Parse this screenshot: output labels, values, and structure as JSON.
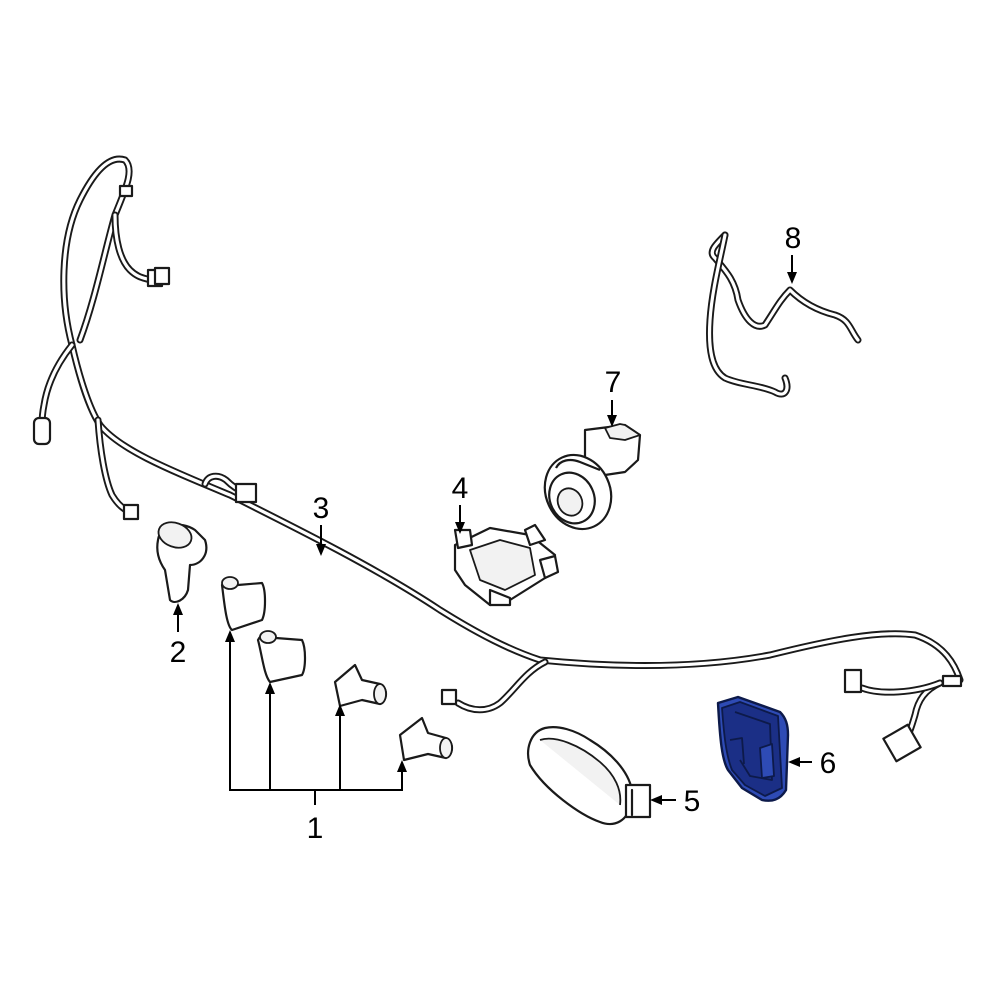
{
  "diagram": {
    "highlight_color": "#2e4bb5",
    "highlight_shadow_color": "#1b2f86",
    "line_color": "#1a1a1a",
    "highlighted_part": "6",
    "callouts": [
      {
        "id": "1",
        "label": "1"
      },
      {
        "id": "2",
        "label": "2"
      },
      {
        "id": "3",
        "label": "3"
      },
      {
        "id": "4",
        "label": "4"
      },
      {
        "id": "5",
        "label": "5"
      },
      {
        "id": "6",
        "label": "6"
      },
      {
        "id": "7",
        "label": "7"
      },
      {
        "id": "8",
        "label": "8"
      }
    ]
  }
}
